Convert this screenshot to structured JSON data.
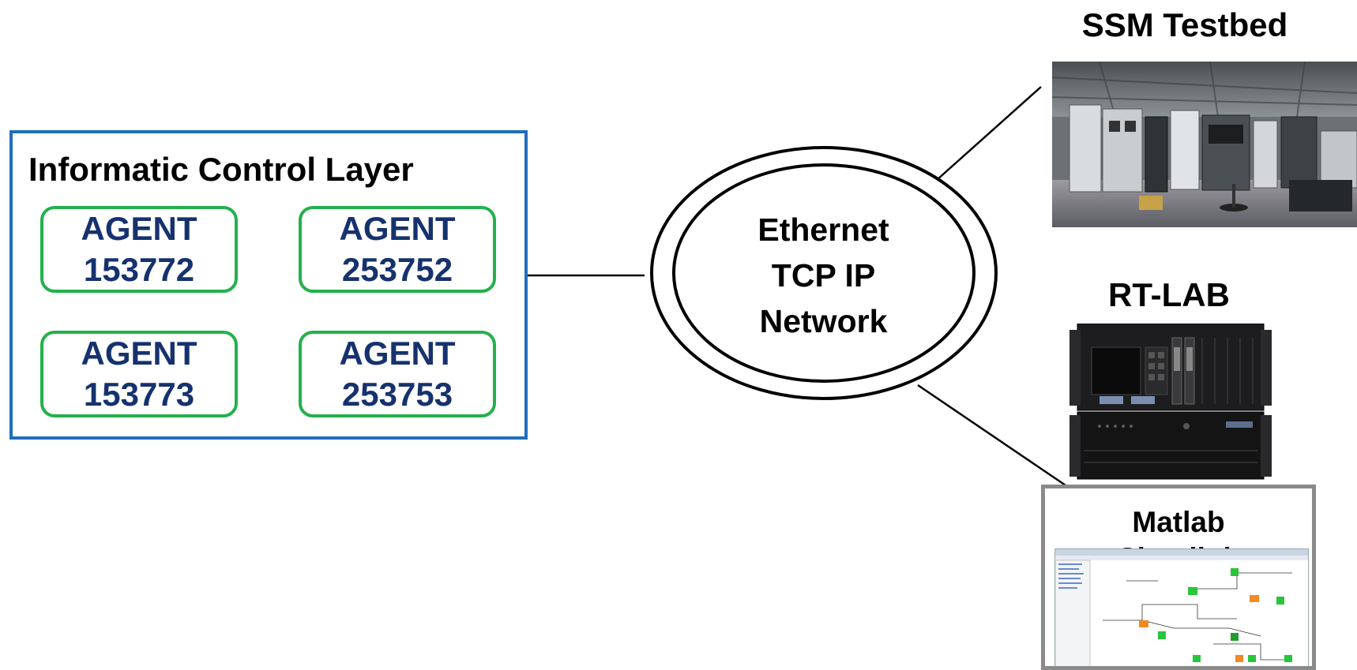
{
  "layer": {
    "title": "Informatic Control Layer",
    "agents": [
      {
        "label": "AGENT",
        "id": "153772"
      },
      {
        "label": "AGENT",
        "id": "253752"
      },
      {
        "label": "AGENT",
        "id": "153773"
      },
      {
        "label": "AGENT",
        "id": "253753"
      }
    ]
  },
  "network": {
    "line1": "Ethernet",
    "line2": "TCP IP",
    "line3": "Network"
  },
  "ssm": {
    "title": "SSM Testbed"
  },
  "rtlab": {
    "title": "RT-LAB"
  },
  "matlab": {
    "line1": "Matlab",
    "line2": "Simulink"
  },
  "colors": {
    "layer_border": "#1f6fba",
    "agent_border": "#24b04c",
    "agent_text": "#16326e",
    "matlab_border": "#8a8a8a"
  }
}
